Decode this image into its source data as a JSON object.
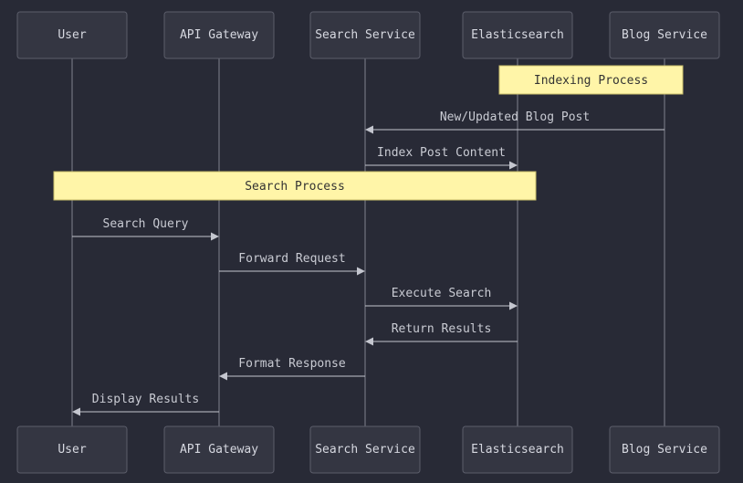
{
  "participants": [
    {
      "id": "user",
      "label": "User"
    },
    {
      "id": "gateway",
      "label": "API Gateway"
    },
    {
      "id": "search",
      "label": "Search Service"
    },
    {
      "id": "elastic",
      "label": "Elasticsearch"
    },
    {
      "id": "blog",
      "label": "Blog Service"
    }
  ],
  "notes": [
    {
      "id": "indexing",
      "label": "Indexing Process",
      "over": [
        "elastic",
        "blog"
      ]
    },
    {
      "id": "searchproc",
      "label": "Search Process",
      "over": [
        "user",
        "elastic"
      ]
    }
  ],
  "messages": [
    {
      "id": "new-post",
      "label": "New/Updated Blog Post",
      "from": "blog",
      "to": "search"
    },
    {
      "id": "index-content",
      "label": "Index Post Content",
      "from": "search",
      "to": "elastic"
    },
    {
      "id": "search-query",
      "label": "Search Query",
      "from": "user",
      "to": "gateway"
    },
    {
      "id": "forward-request",
      "label": "Forward Request",
      "from": "gateway",
      "to": "search"
    },
    {
      "id": "execute-search",
      "label": "Execute Search",
      "from": "search",
      "to": "elastic"
    },
    {
      "id": "return-results",
      "label": "Return Results",
      "from": "elastic",
      "to": "search"
    },
    {
      "id": "format-response",
      "label": "Format Response",
      "from": "search",
      "to": "gateway"
    },
    {
      "id": "display-results",
      "label": "Display Results",
      "from": "gateway",
      "to": "user"
    }
  ]
}
